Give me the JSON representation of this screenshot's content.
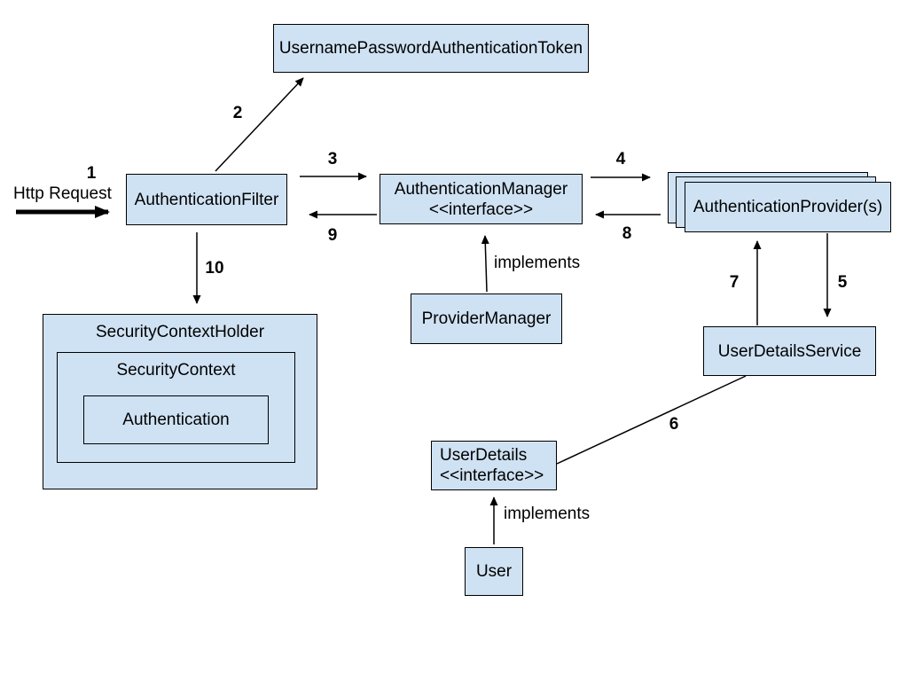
{
  "colors": {
    "background": "#ffffff",
    "box_fill": "#cfe2f3",
    "box_border": "#000000",
    "line": "#000000"
  },
  "nodes": {
    "token": {
      "label": "UsernamePasswordAuthenticationToken"
    },
    "filter": {
      "label": "AuthenticationFilter"
    },
    "manager": {
      "label": "AuthenticationManager",
      "stereotype": "<<interface>>"
    },
    "providers": {
      "label": "AuthenticationProvider(s)"
    },
    "provider_manager": {
      "label": "ProviderManager"
    },
    "security_context_holder": {
      "label": "SecurityContextHolder"
    },
    "security_context": {
      "label": "SecurityContext"
    },
    "authentication": {
      "label": "Authentication"
    },
    "user_details_service": {
      "label": "UserDetailsService"
    },
    "user_details": {
      "label": "UserDetails",
      "stereotype": "<<interface>>"
    },
    "user": {
      "label": "User"
    }
  },
  "labels": {
    "http_request": "Http Request",
    "implements_provider_manager": "implements",
    "implements_user": "implements"
  },
  "steps": [
    "1",
    "2",
    "3",
    "4",
    "5",
    "6",
    "7",
    "8",
    "9",
    "10"
  ]
}
